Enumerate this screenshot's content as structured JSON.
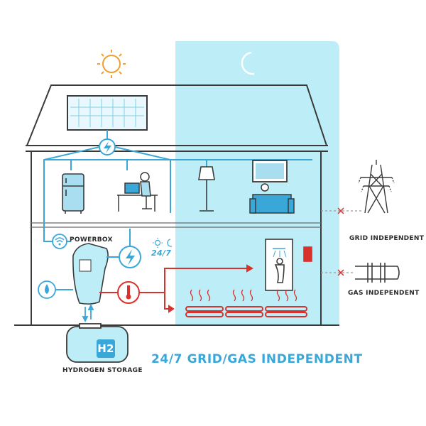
{
  "labels": {
    "powerbox": "POWERBOX",
    "always_on": "24/7",
    "hydrogen_storage": "HYDROGEN STORAGE",
    "h2": "H2",
    "grid_independent": "GRID INDEPENDENT",
    "gas_independent": "GAS INDEPENDENT",
    "headline": "24/7 GRID/GAS INDEPENDENT"
  },
  "colors": {
    "night_panel": "#bdeef7",
    "line_blue": "#3aa7d9",
    "heat_red": "#d9312b",
    "sun_orange": "#f0a030",
    "ink": "#3a3a3a"
  },
  "icons": [
    "sun-icon",
    "moon-icon",
    "solar-panel-icon",
    "lightning-icon",
    "fridge-icon",
    "person-at-desk-icon",
    "floor-lamp-icon",
    "tv-icon",
    "wifi-icon",
    "water-drop-icon",
    "thermometer-icon",
    "shower-icon",
    "floor-heating-icon",
    "power-pylon-icon",
    "gas-pipe-icon",
    "hydrogen-tank-icon"
  ]
}
